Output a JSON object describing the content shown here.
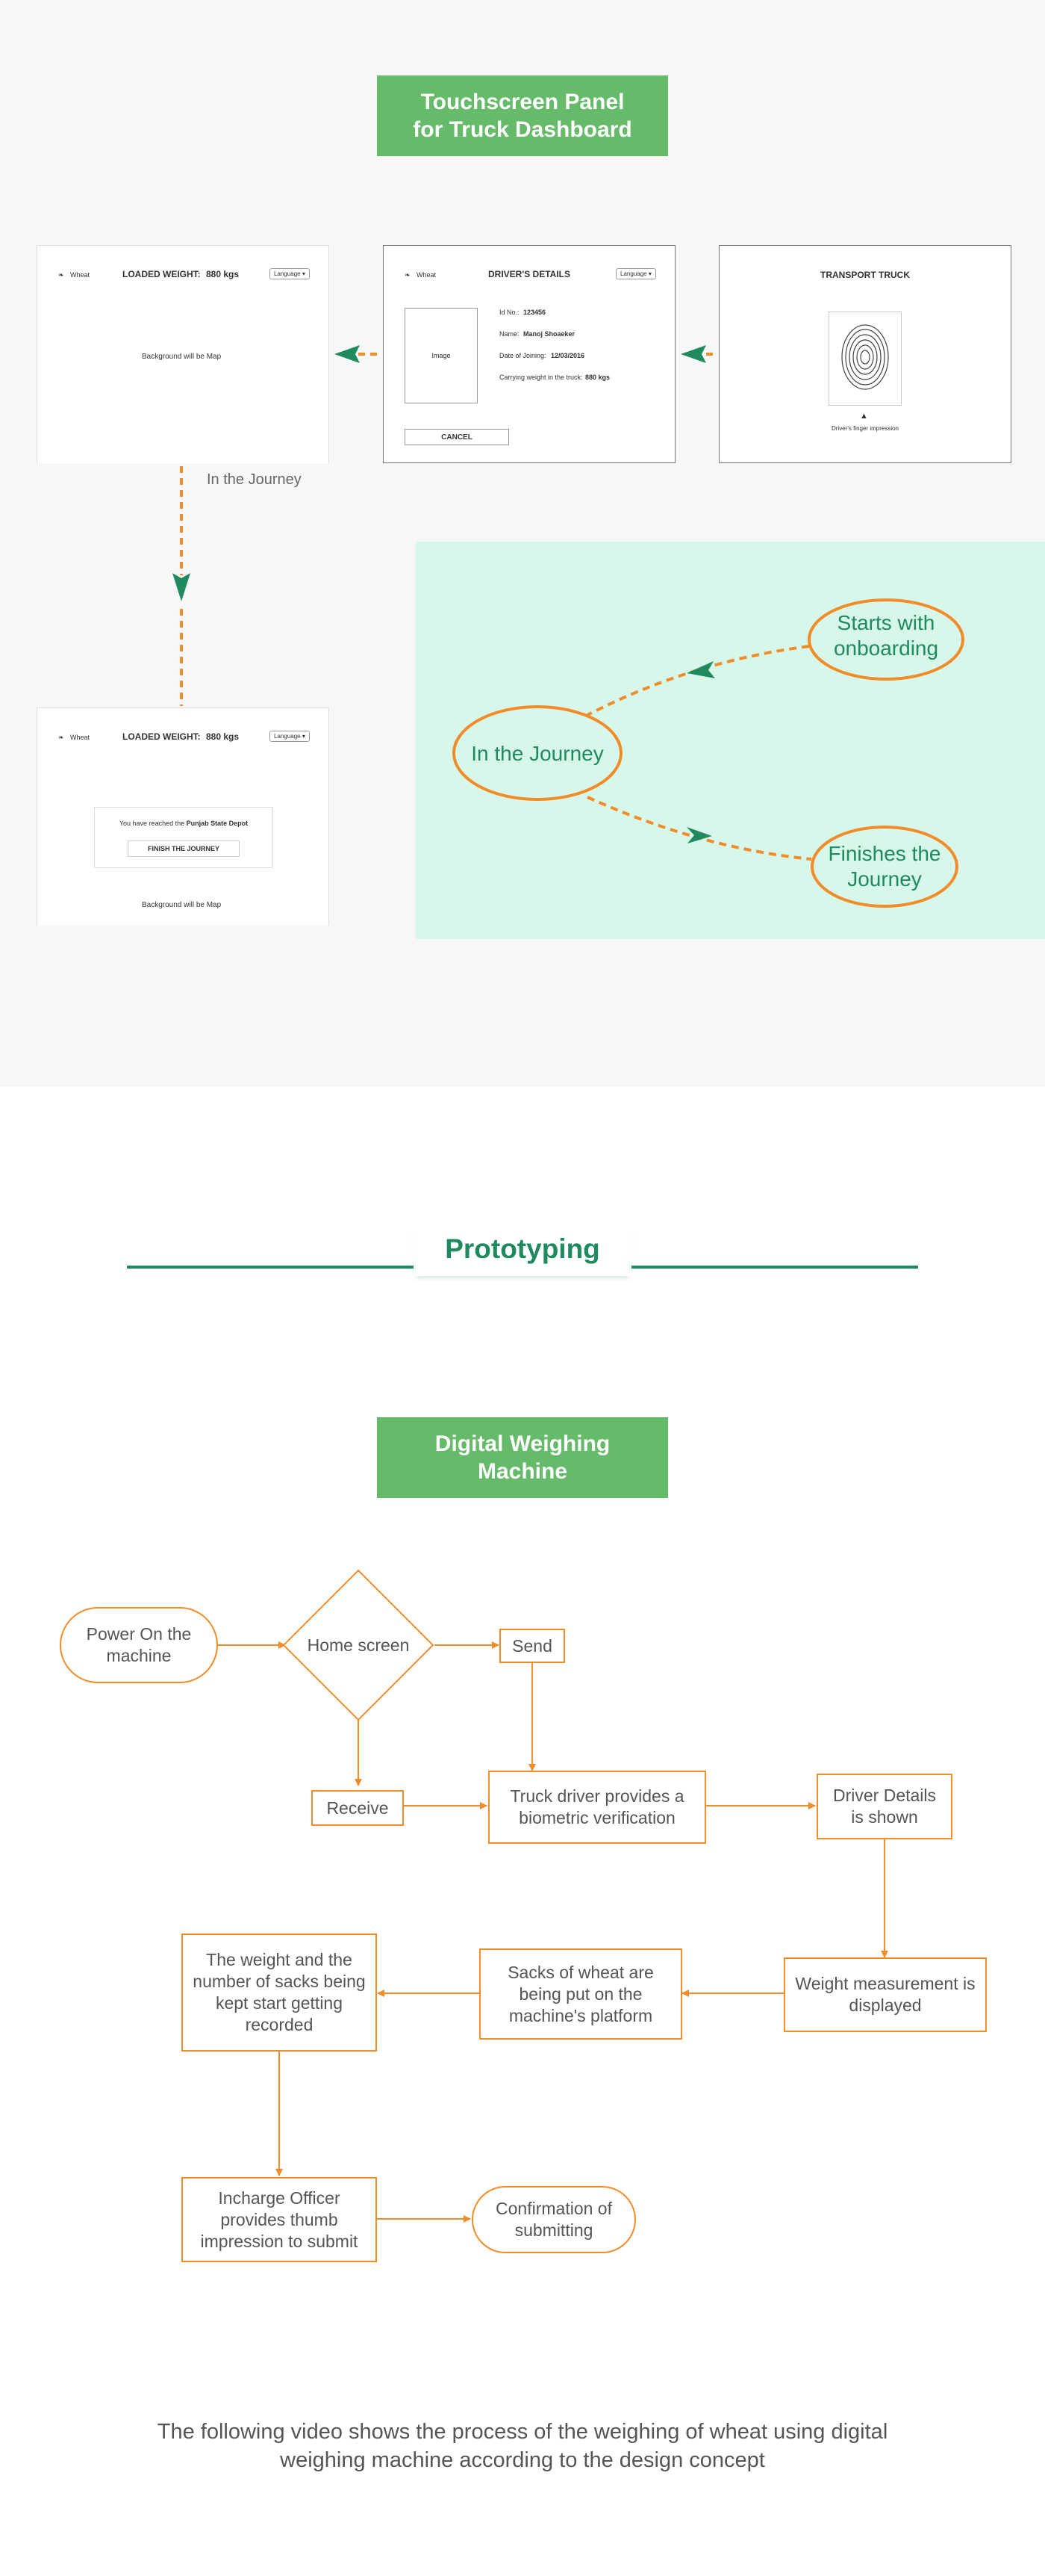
{
  "dashboard": {
    "title": "Touchscreen Panel for Truck Dashboard",
    "loaded_screen": {
      "crop": "Wheat",
      "weight_label": "LOADED WEIGHT:",
      "weight_value": "880 kgs",
      "language": "Language",
      "background_note": "Background will be Map"
    },
    "driver_screen": {
      "crop": "Wheat",
      "title": "DRIVER'S DETAILS",
      "language": "Language",
      "image_label": "Image",
      "id_label": "Id No.:",
      "id_value": "123456",
      "name_label": "Name:",
      "name_value": "Manoj Shoaeker",
      "doj_label": "Date of Joining:",
      "doj_value": "12/03/2016",
      "carrying_label": "Carrying weight in the truck:",
      "carrying_value": "880 kgs",
      "cancel": "CANCEL"
    },
    "truck_screen": {
      "title": "TRANSPORT TRUCK",
      "caption": "Driver's finger impression"
    },
    "journey_label": "In the Journey",
    "finish_screen": {
      "crop": "Wheat",
      "weight_label": "LOADED WEIGHT:",
      "weight_value": "880 kgs",
      "language": "Language",
      "reached_prefix": "You have reached the",
      "reached_place": "Punjab State Depot",
      "finish_button": "FINISH THE JOURNEY",
      "background_note": "Background will be Map"
    },
    "journey_diagram": {
      "center": "In the Journey",
      "start": "Starts with onboarding",
      "finish": "Finishes the Journey"
    }
  },
  "prototyping": {
    "heading": "Prototyping"
  },
  "weighing": {
    "title": "Digital Weighing Machine",
    "flow": {
      "power_on": "Power On the machine",
      "home_screen": "Home screen",
      "send": "Send",
      "receive": "Receive",
      "biometric": "Truck driver provides a biometric verification",
      "driver_details": "Driver Details is shown",
      "weight_display": "Weight measurement is displayed",
      "sacks": "Sacks of wheat are being put on the machine's platform",
      "recorded": "The weight and the number of sacks being kept start getting recorded",
      "officer": "Incharge Officer provides thumb impression to submit",
      "confirmation": "Confirmation of submitting"
    }
  },
  "footer_note": "The following video shows the process of the weighing of wheat using digital weighing machine according to the design concept",
  "colors": {
    "banner_green": "#66bb6a",
    "teal_text": "#1e8a5e",
    "flow_orange": "#f28c28",
    "mint_panel": "#d6f7ea"
  }
}
